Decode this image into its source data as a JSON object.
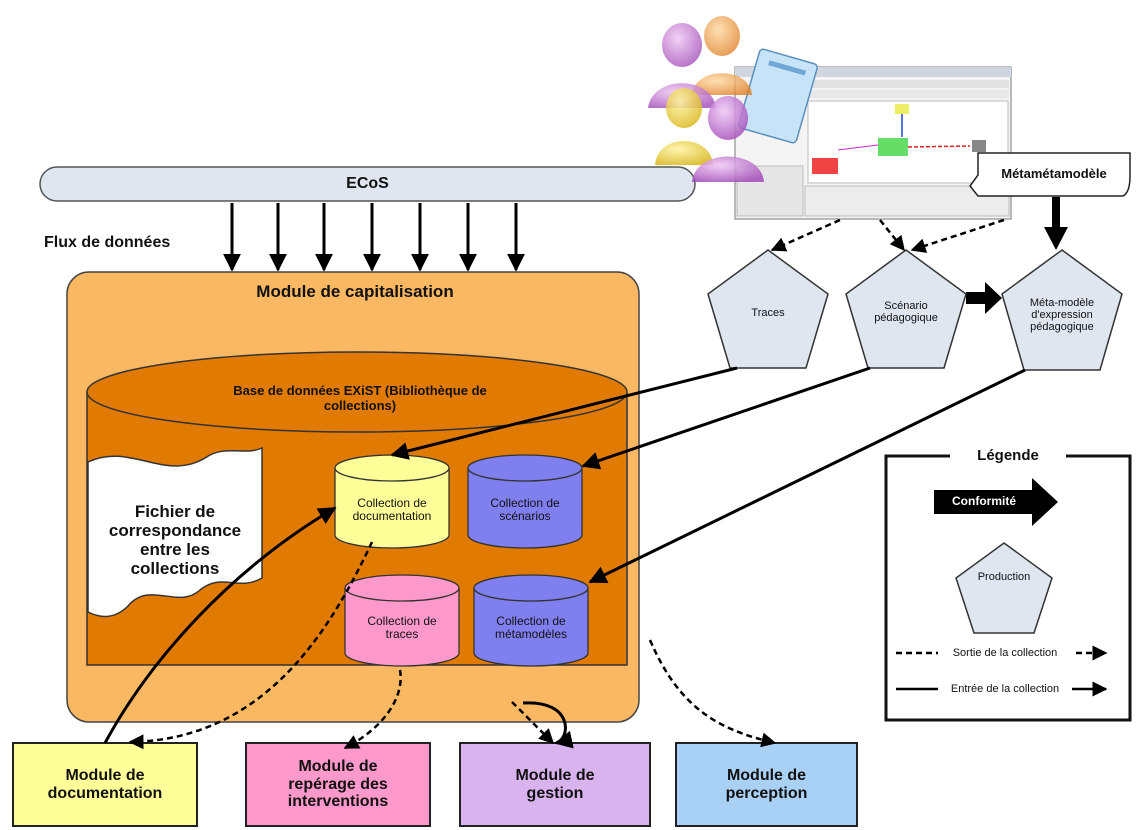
{
  "ecos": {
    "label": "ECoS"
  },
  "flux_label": "Flux de données",
  "capitalisation": {
    "title": "Module de capitalisation",
    "database": "Base de données EXiST (Bibliothèque de\ncollections)",
    "file": "Fichier de\ncorrespondance\nentre les\ncollections"
  },
  "collections": {
    "documentation": "Collection de\ndocumentation",
    "scenarios": "Collection de\nscénarios",
    "traces": "Collection de\ntraces",
    "metamodeles": "Collection de\nmétamodèles"
  },
  "productions": {
    "traces": "Traces",
    "scenario": "Scénario\npédagogique",
    "metamodele": "Méta-modèle\nd'expression\npédagogique"
  },
  "metametamodele": "Métamétamodèle",
  "modules": {
    "documentation": "Module de\ndocumentation",
    "reperage": "Module de\nrepérage des\ninterventions",
    "gestion": "Module de\ngestion",
    "perception": "Module de\nperception"
  },
  "legend": {
    "title": "Légende",
    "conformite": "Conformité",
    "production": "Production",
    "sortie": "Sortie de la collection",
    "entree": "Entrée de la collection"
  },
  "colors": {
    "capitalisation_fill": "#fbb862",
    "database_fill": "#e17a00",
    "ecos_fill": "#dfe6f0",
    "pentagon_fill": "#dfe6f0",
    "doc_fill": "#ffff99",
    "scen_fill": "#7f7ff0",
    "traces_fill": "#ff99cc",
    "gestion_fill": "#d9b3ee",
    "perception_fill": "#a9d0f5"
  },
  "icons": [
    "users-icon",
    "notepad-icon",
    "editor-screenshot"
  ]
}
